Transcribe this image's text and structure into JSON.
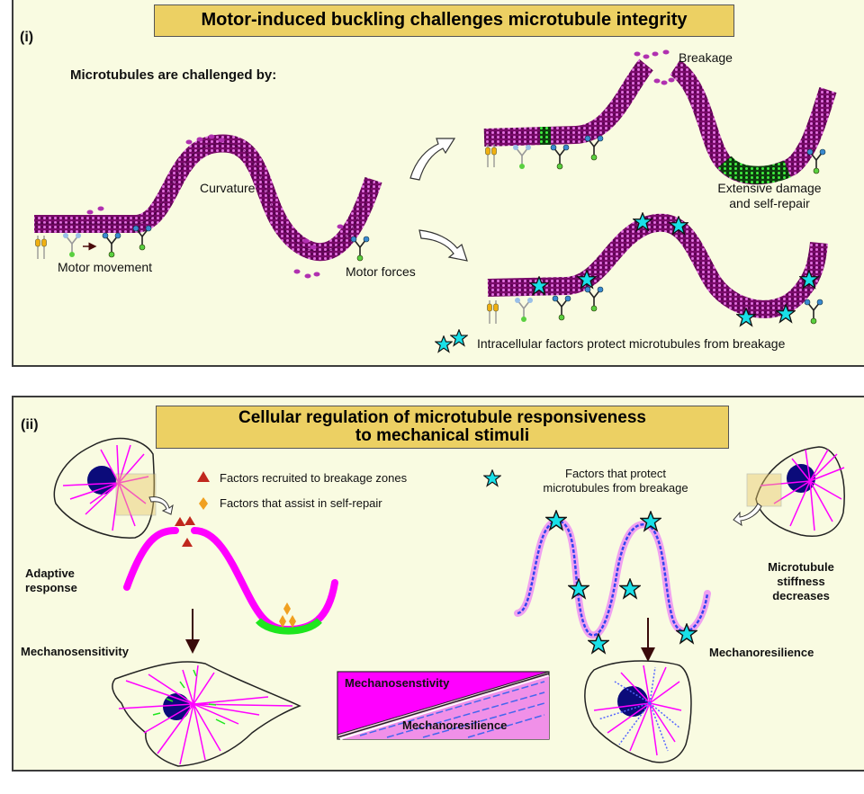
{
  "panel_i": {
    "label": "(i)",
    "title": "Motor-induced buckling challenges microtubule integrity",
    "intro": "Microtubules are challenged by:",
    "labels": {
      "curvature": "Curvature",
      "motor_movement": "Motor movement",
      "motor_forces": "Motor forces",
      "breakage": "Breakage",
      "damage_line1": "Extensive damage",
      "damage_line2": "and self-repair",
      "legend": "Intracellular factors protect microtubules from breakage"
    }
  },
  "panel_ii": {
    "label": "(ii)",
    "title_line1": "Cellular regulation of microtubule responsiveness",
    "title_line2": "to mechanical stimuli",
    "legend": {
      "triangle": "Factors recruited to breakage zones",
      "diamond": "Factors that assist in self-repair",
      "star_line1": "Factors that protect",
      "star_line2": "microtubules from breakage"
    },
    "left": {
      "adaptive_line1": "Adaptive",
      "adaptive_line2": "response",
      "outcome": "Mechanosensitivity"
    },
    "right": {
      "stiffness_line1": "Microtubule",
      "stiffness_line2": "stiffness",
      "stiffness_line3": "decreases",
      "outcome": "Mechanoresilience"
    },
    "balance": {
      "top": "Mechanosenstivity",
      "bottom": "Mechanoresilience"
    }
  },
  "colors": {
    "panel_bg": "#f9fbe1",
    "title_bg": "#ecd063",
    "tubulin_dark": "#7a0a6a",
    "tubulin_light": "#e070e0",
    "damage_green": "#2ecc2e",
    "microtubule_magenta": "#ff00ff",
    "protect_star": "#19e0e8",
    "breakage_triangle": "#c0281e",
    "repair_diamond": "#f0a020",
    "nucleus": "#0b0b7a",
    "stiff_blue": "#3344ee"
  }
}
